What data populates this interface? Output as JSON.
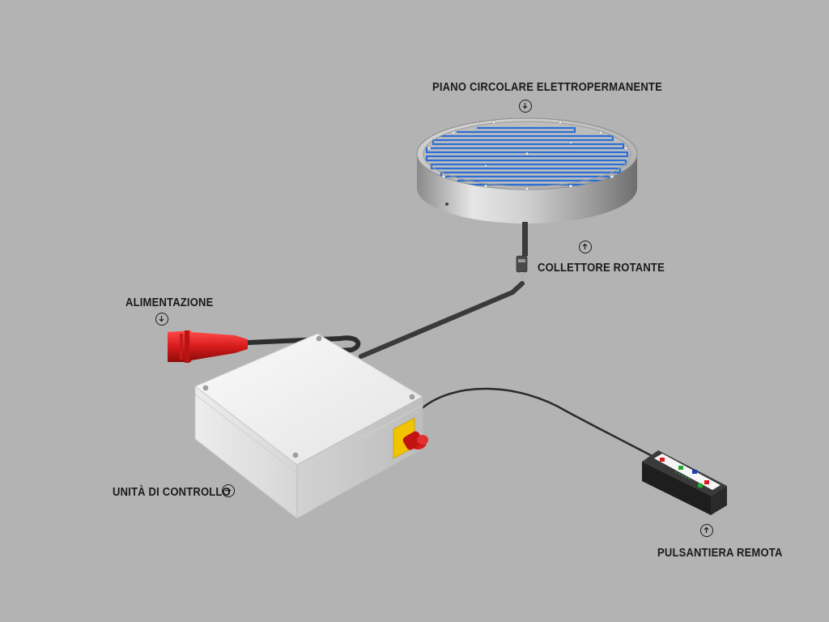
{
  "background_color": "#b3b3b3",
  "labels": {
    "piano": "PIANO CIRCOLARE ELETTROPERMANENTE",
    "collettore": "COLLETTORE ROTANTE",
    "alimentazione": "ALIMENTAZIONE",
    "unita": "UNITÀ DI CONTROLLO",
    "pulsantiera": "PULSANTIERA REMOTA"
  },
  "hotspots": {
    "piano": "arrow-down-icon",
    "collettore": "arrow-up-icon",
    "alimentazione": "arrow-down-icon",
    "unita": "arrow-right-icon",
    "pulsantiera": "arrow-up-icon"
  },
  "colors": {
    "plug_red": "#d81b1b",
    "switch_yellow": "#f2c400",
    "coil_blue": "#2a6fd6",
    "box_white": "#f2f2f2"
  }
}
